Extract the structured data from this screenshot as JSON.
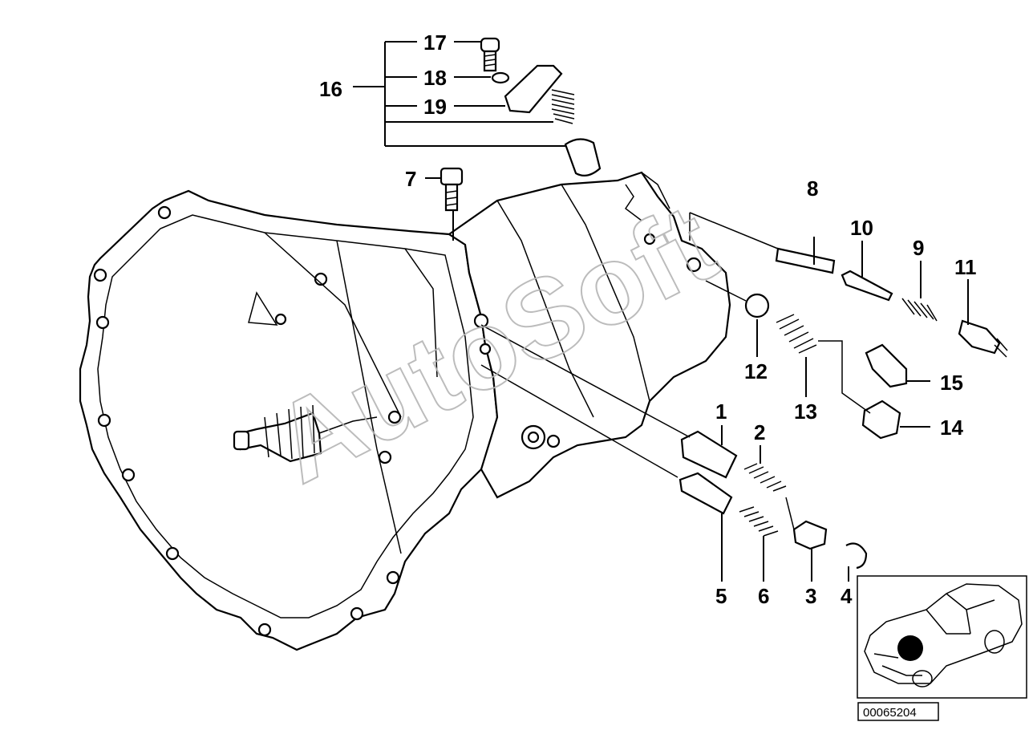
{
  "callouts": {
    "c1": "1",
    "c2": "2",
    "c3": "3",
    "c4": "4",
    "c5": "5",
    "c6": "6",
    "c7": "7",
    "c8": "8",
    "c9": "9",
    "c10": "10",
    "c11": "11",
    "c12": "12",
    "c13": "13",
    "c14": "14",
    "c15": "15",
    "c16": "16",
    "c17": "17",
    "c18": "18",
    "c19": "19"
  },
  "watermark": "AutoSoft",
  "diagram_code": "00065204",
  "colors": {
    "line": "#000000",
    "background": "#ffffff",
    "watermark": "#b5b5b5"
  }
}
